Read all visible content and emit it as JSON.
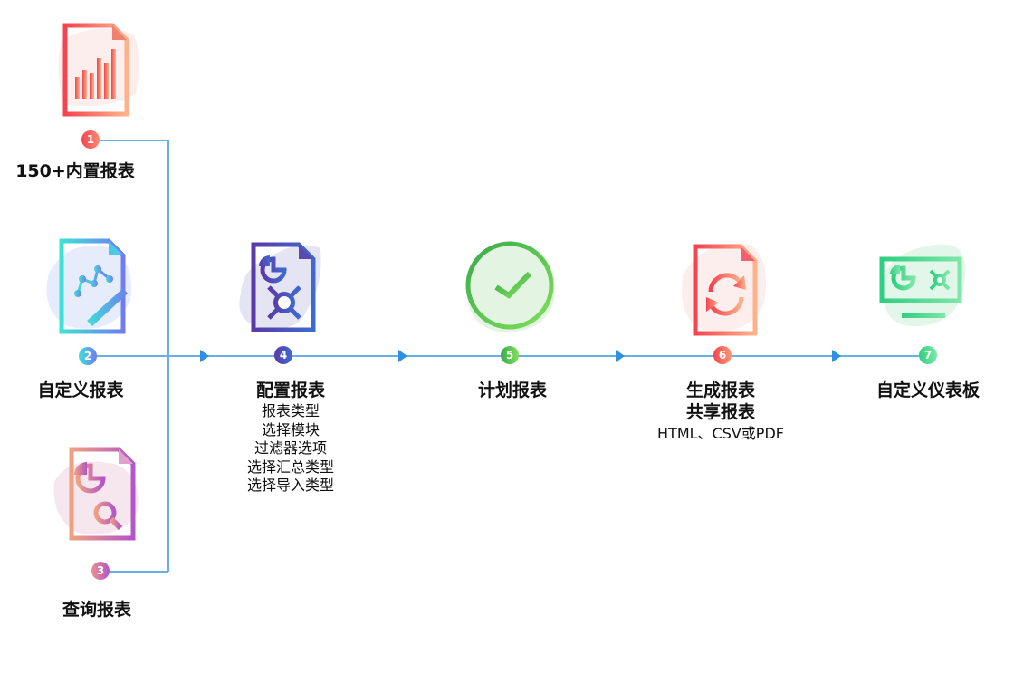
{
  "colors": {
    "connector": "#6aaee6",
    "arrow": "#2f8fe0",
    "step1": [
      "#f5434f",
      "#ffb38a"
    ],
    "step2": [
      "#3ee0d8",
      "#6f7cf0"
    ],
    "step3": [
      "#f0a080",
      "#b455c8"
    ],
    "step4": [
      "#5a3aa8",
      "#3e6ad0"
    ],
    "step5": [
      "#3aaa4a",
      "#7ee05a"
    ],
    "step6": [
      "#f5434f",
      "#ffb38a"
    ],
    "step7": [
      "#2ecf80",
      "#7ee6a8"
    ]
  },
  "steps": [
    {
      "number": "1",
      "title": "150+内置报表",
      "icon": "bar-chart-document-icon"
    },
    {
      "number": "2",
      "title": "自定义报表",
      "icon": "line-chart-edit-document-icon"
    },
    {
      "number": "3",
      "title": "查询报表",
      "icon": "pie-search-document-icon"
    },
    {
      "number": "4",
      "title": "配置报表",
      "icon": "pie-gear-document-icon",
      "details": [
        "报表类型",
        "选择模块",
        "过滤器选项",
        "选择汇总类型",
        "选择导入类型"
      ]
    },
    {
      "number": "5",
      "title": "计划报表",
      "icon": "clock-check-icon"
    },
    {
      "number": "6",
      "title": "生成报表",
      "title2": "共享报表",
      "icon": "refresh-document-icon",
      "details": [
        "HTML、CSV或PDF"
      ]
    },
    {
      "number": "7",
      "title": "自定义仪表板",
      "icon": "dashboard-monitor-icon"
    }
  ]
}
